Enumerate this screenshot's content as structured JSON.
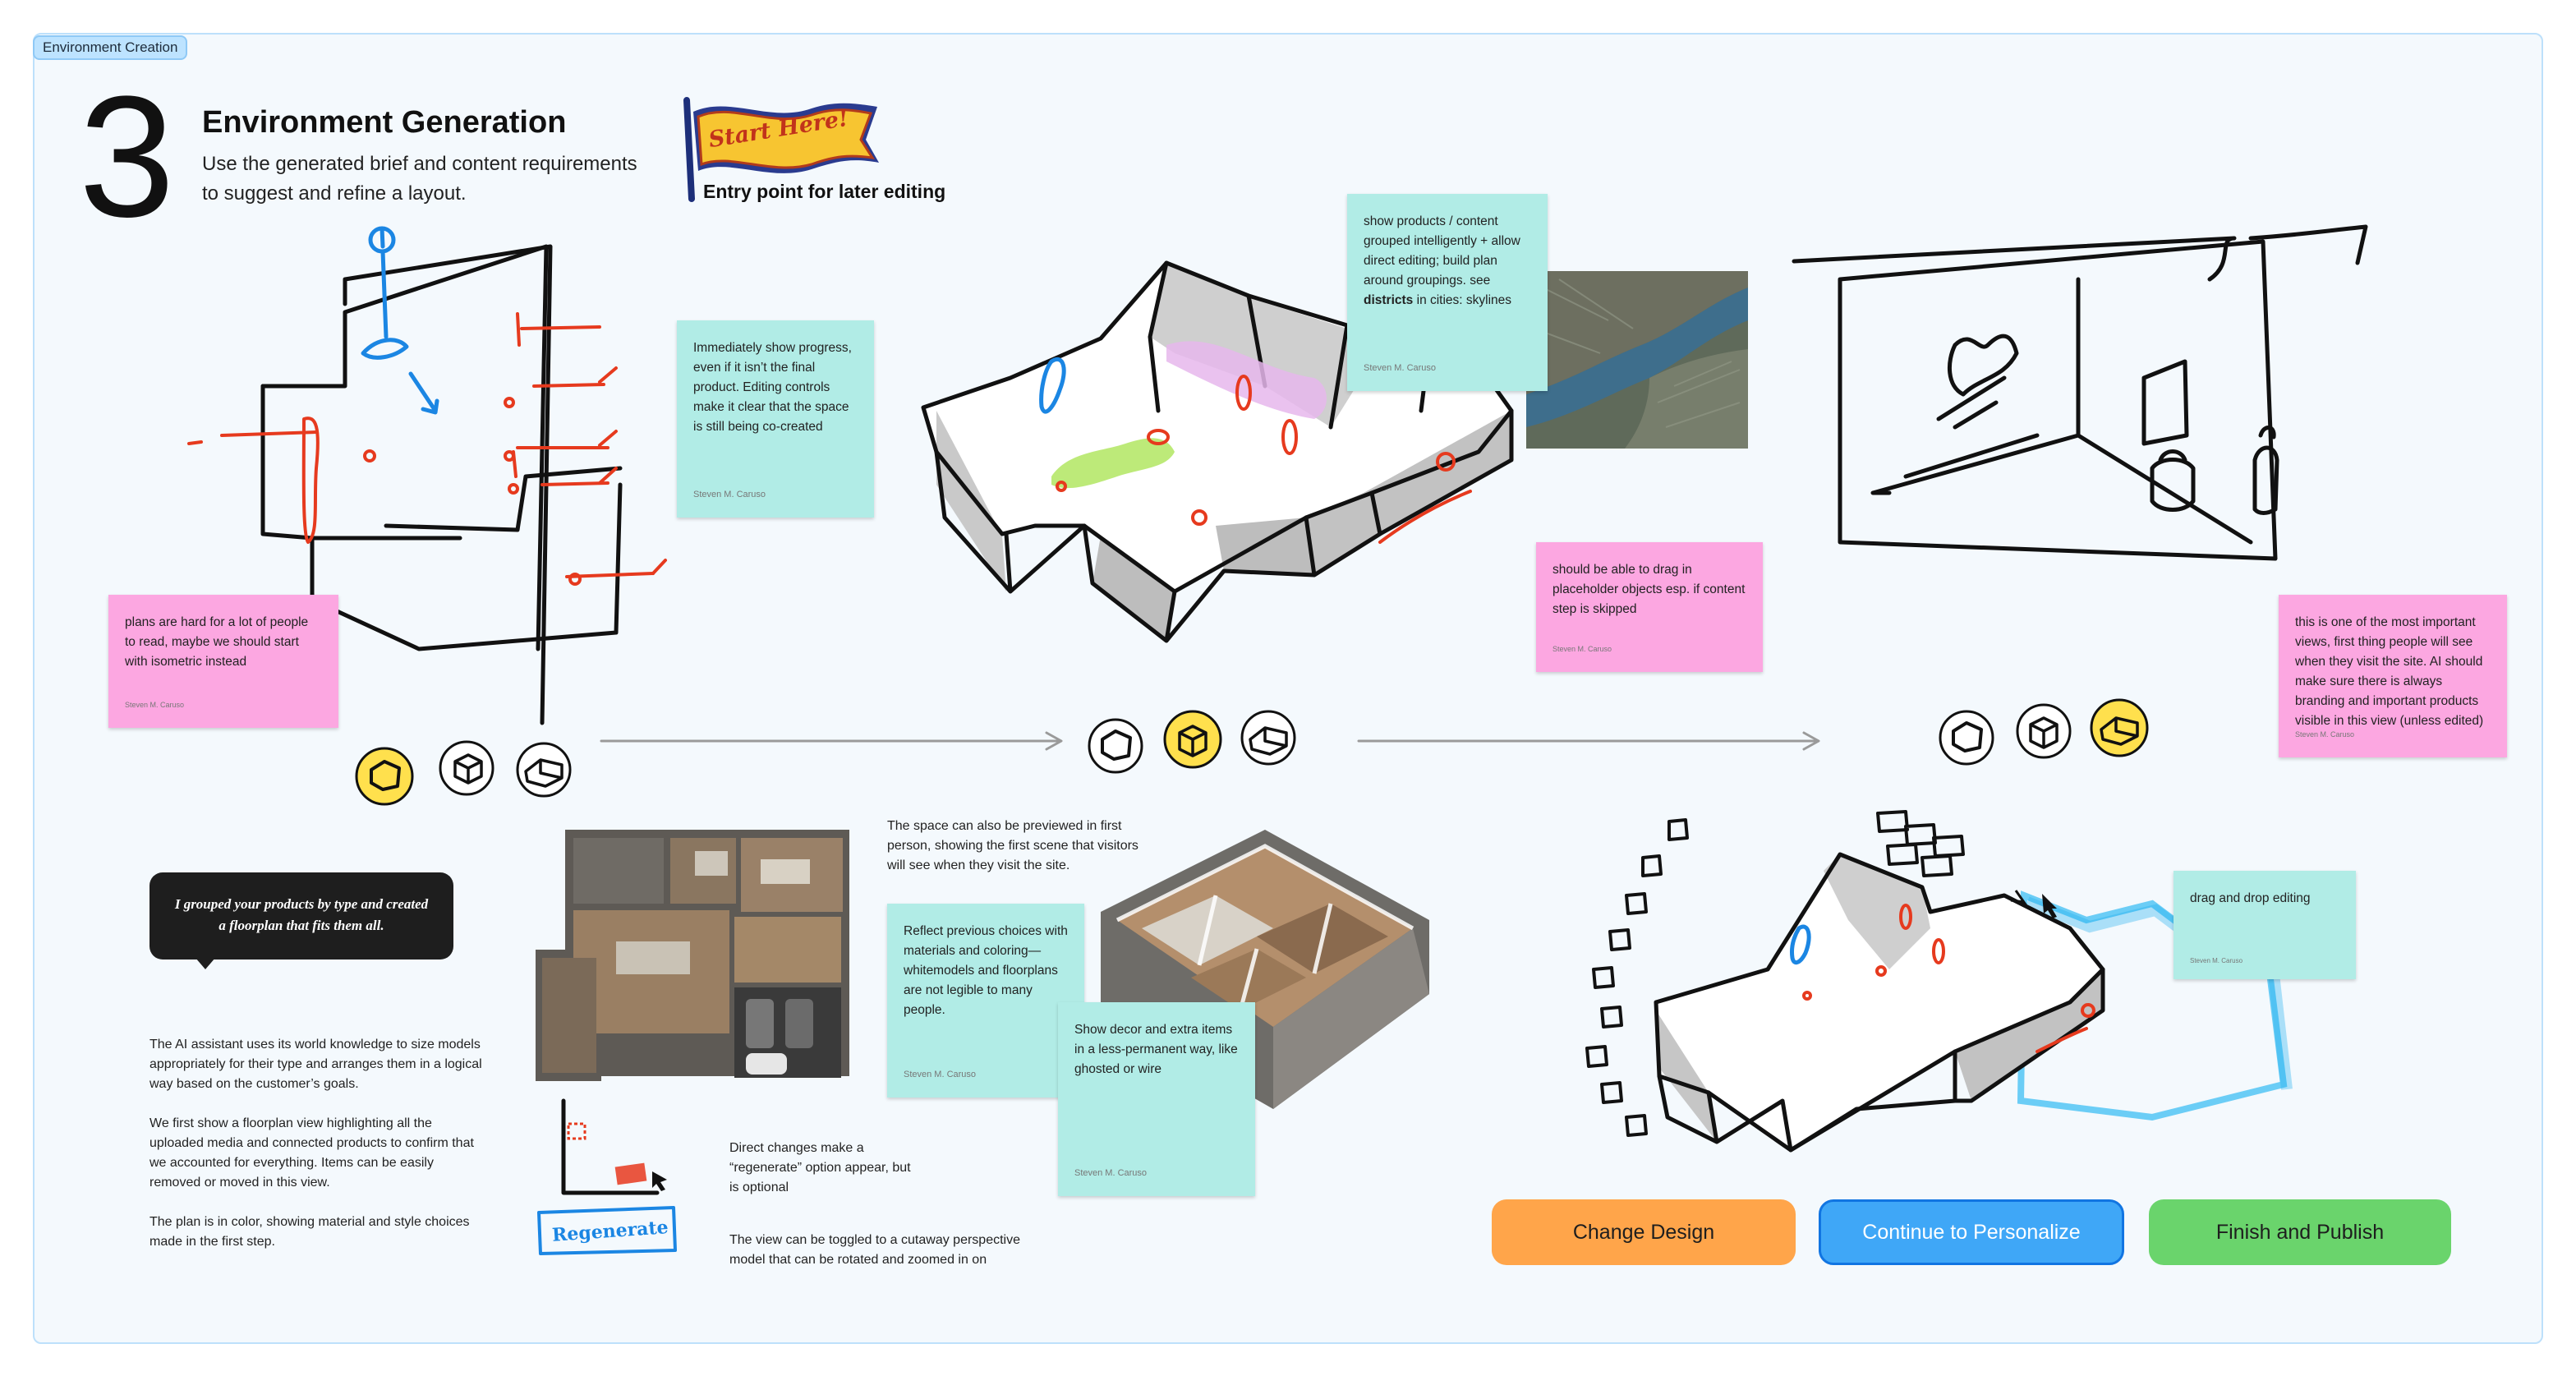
{
  "frame": {
    "label": "Environment Creation"
  },
  "header": {
    "step_number": "3",
    "title": "Environment Generation",
    "subtitle": "Use the generated brief and content requirements to suggest and refine a layout."
  },
  "flag": {
    "banner_text": "Start Here!",
    "caption": "Entry point for later editing"
  },
  "stickies": {
    "progress": {
      "text": "Immediately show progress, even if it isn’t the final product. Editing controls make it clear that the space is still being co-created",
      "author": "Steven M. Caruso"
    },
    "plans": {
      "text": "plans are hard for a lot of people to read, maybe we should start with isometric instead",
      "author": "Steven M. Caruso"
    },
    "products_pre": "show products / content grouped intelligently + allow direct editing; build plan around groupings. see ",
    "products_bold": "districts",
    "products_post": " in cities: skylines",
    "products_author": "Steven M. Caruso",
    "drag": {
      "text": "should be able to drag in placeholder objects esp. if content step is skipped",
      "author": "Steven M. Caruso"
    },
    "important": {
      "text": "this is one of the most important views, first thing people will see when they visit the site. AI should make sure there is always branding and important products visible in this view (unless edited)",
      "author": "Steven M. Caruso"
    },
    "reflect": {
      "text": "Reflect previous choices with materials and coloring—whitemodels and floorplans are not legible to many people.",
      "author": "Steven M. Caruso"
    },
    "decor": {
      "text": "Show decor and extra items in a less-permanent way, like ghosted or wire",
      "author": "Steven M. Caruso"
    },
    "dnd": {
      "text": "drag and drop editing",
      "author": "Steven M. Caruso"
    }
  },
  "notes": {
    "first_person": "The space can also be previewed in first person, showing the first scene that visitors will see when they visit the site.",
    "direct_changes": "Direct changes make a “regenerate” option appear, but is optional",
    "cutaway": "The view can be toggled to a cutaway perspective model that can be rotated and zoomed in on",
    "ai_para1": "The AI assistant uses its world knowledge to size models appropriately for their type and arranges them in a logical way based on the customer’s goals.",
    "ai_para2": "We first show a floorplan view highlighting all the uploaded media and connected products to confirm that we accounted for everything. Items can be easily removed or moved in this view.",
    "ai_para3": "The plan is in color, showing material and style choices made in the first step."
  },
  "bubble": {
    "text": "I grouped your products by type and created a floorplan that fits them all."
  },
  "sketch": {
    "regenerate_label": "Regenerate"
  },
  "buttons": {
    "change": "Change Design",
    "continue": "Continue to Personalize",
    "finish": "Finish and Publish"
  },
  "colors": {
    "frame_bg": "#f4f9fd",
    "frame_border": "#bde0fb",
    "sticky_cyan": "#b1ece6",
    "sticky_pink": "#fca7e1",
    "btn_orange": "#ffa54a",
    "btn_blue": "#3fa7f7",
    "btn_green": "#6ad46c",
    "ink_red": "#e63a1e",
    "ink_blue": "#1b86e3",
    "icon_yellow": "#ffe04d"
  },
  "icons": [
    "floorplan-icon",
    "isometric-box-icon",
    "cutaway-room-icon",
    "arrow-right-icon",
    "cursor-icon"
  ]
}
